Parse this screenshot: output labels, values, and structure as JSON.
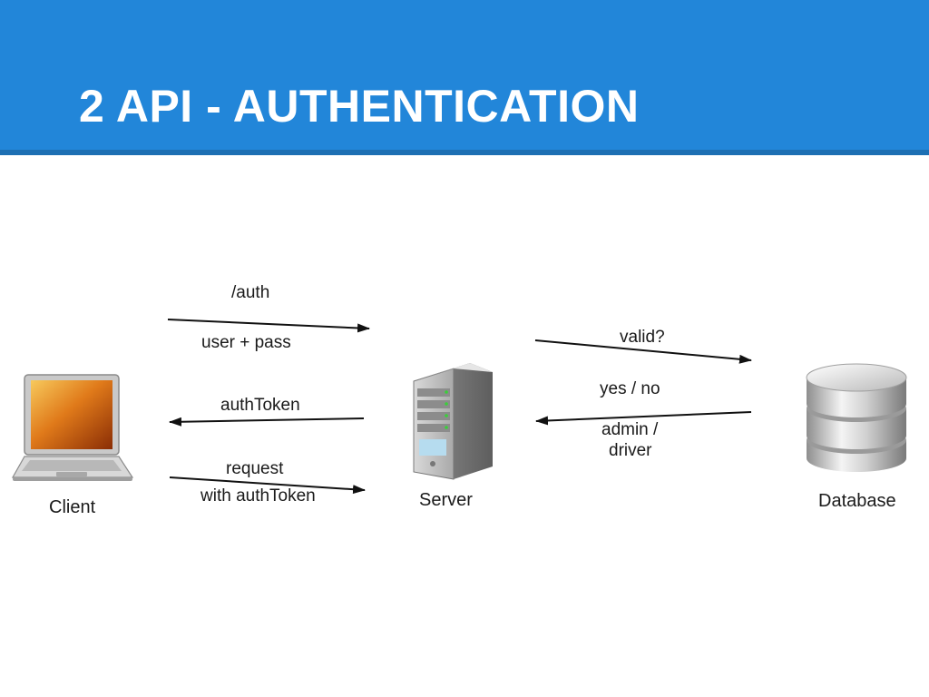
{
  "slide": {
    "title": "2 API - AUTHENTICATION",
    "header_color": "#2286d9"
  },
  "nodes": {
    "client": {
      "label": "Client",
      "icon": "laptop-icon"
    },
    "server": {
      "label": "Server",
      "icon": "server-tower-icon"
    },
    "database": {
      "label": "Database",
      "icon": "database-cylinder-icon"
    }
  },
  "edges": {
    "auth": {
      "from": "Client",
      "to": "Server",
      "label_top": "/auth",
      "label_bottom": "user + pass"
    },
    "auth_token": {
      "from": "Server",
      "to": "Client",
      "label": "authToken"
    },
    "request": {
      "from": "Client",
      "to": "Server",
      "label_top": "request",
      "label_bottom": "with authToken"
    },
    "valid": {
      "from": "Server",
      "to": "Database",
      "label": "valid?"
    },
    "result": {
      "from": "Database",
      "to": "Server",
      "label_top": "yes / no",
      "label_bottom_1": "admin /",
      "label_bottom_2": "driver"
    }
  }
}
